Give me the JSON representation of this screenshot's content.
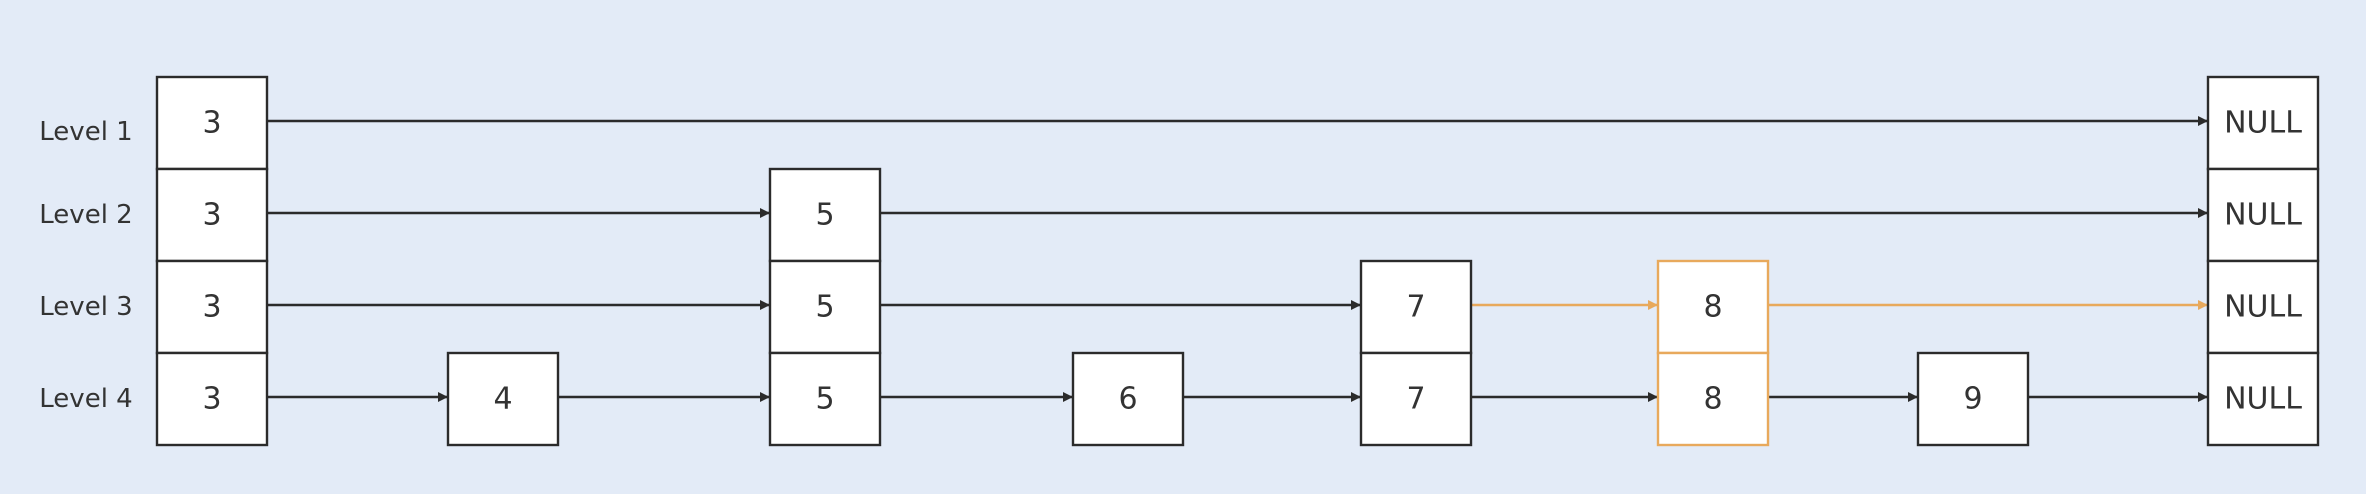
{
  "levels": [
    "Level 1",
    "Level 2",
    "Level 3",
    "Level 4"
  ],
  "nodes": [
    {
      "label": "3",
      "levels": 4
    },
    {
      "label": "4",
      "levels": 1
    },
    {
      "label": "5",
      "levels": 3
    },
    {
      "label": "6",
      "levels": 1
    },
    {
      "label": "7",
      "levels": 2
    },
    {
      "label": "8",
      "levels": 2,
      "highlight": true
    },
    {
      "label": "9",
      "levels": 1
    },
    {
      "label": "NULL",
      "levels": 4
    }
  ],
  "highlight_path_level": "Level 3",
  "colors": {
    "background": "#e3ebf7",
    "stroke": "#2b2b2b",
    "highlight": "#e8a95c",
    "text": "#333333"
  }
}
